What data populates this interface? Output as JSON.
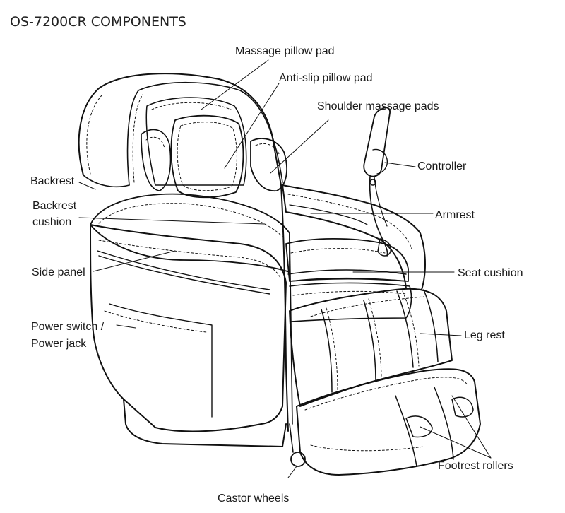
{
  "title": "OS-7200CR COMPONENTS",
  "labels": {
    "massage_pillow_pad": "Massage pillow pad",
    "anti_slip_pillow_pad": "Anti-slip pillow pad",
    "shoulder_massage_pads": "Shoulder massage pads",
    "controller": "Controller",
    "backrest": "Backrest",
    "backrest_cushion_line1": "Backrest",
    "backrest_cushion_line2": "cushion",
    "armrest": "Armrest",
    "side_panel": "Side panel",
    "seat_cushion": "Seat cushion",
    "power_line1": "Power switch /",
    "power_line2": "Power jack",
    "leg_rest": "Leg rest",
    "footrest_rollers": "Footrest  rollers",
    "castor_wheels": "Castor wheels"
  }
}
